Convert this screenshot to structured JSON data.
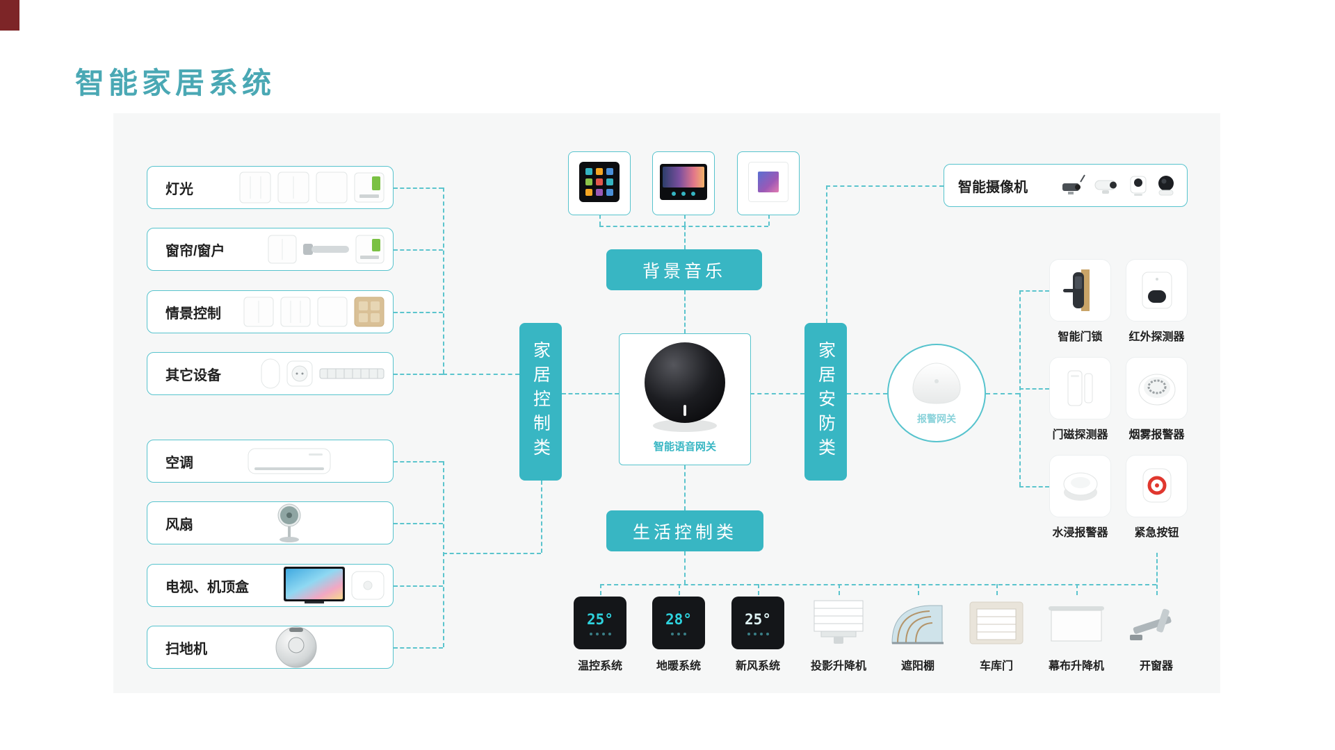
{
  "title": "智能家居系统",
  "colors": {
    "accent_fill": "#38b6c3",
    "accent_border": "#56c3cd",
    "title_text": "#4aa8b4",
    "canvas_bg": "#f6f7f7",
    "label_text": "#1f1f1f"
  },
  "left_panel": {
    "control_items": [
      {
        "label": "灯光"
      },
      {
        "label": "窗帘/窗户"
      },
      {
        "label": "情景控制"
      },
      {
        "label": "其它设备"
      }
    ],
    "life_items": [
      {
        "label": "空调"
      },
      {
        "label": "风扇"
      },
      {
        "label": "电视、机顶盒"
      },
      {
        "label": "扫地机"
      }
    ]
  },
  "center": {
    "background_music_label": "背景音乐",
    "voice_gateway_label": "智能语音网关",
    "home_control_label": "家居控制类",
    "life_control_label": "生活控制类",
    "security_label": "家居安防类",
    "alarm_gateway_label": "报警网关"
  },
  "camera_panel": {
    "label": "智能摄像机"
  },
  "security_devices": [
    {
      "label": "智能门锁"
    },
    {
      "label": "红外探测器"
    },
    {
      "label": "门磁探测器"
    },
    {
      "label": "烟雾报警器"
    },
    {
      "label": "水浸报警器"
    },
    {
      "label": "紧急按钮"
    }
  ],
  "bottom_devices": [
    {
      "label": "温控系统",
      "display": "25°"
    },
    {
      "label": "地暖系统",
      "display": "28°"
    },
    {
      "label": "新风系统",
      "display": "25°"
    },
    {
      "label": "投影升降机"
    },
    {
      "label": "遮阳棚"
    },
    {
      "label": "车库门"
    },
    {
      "label": "幕布升降机"
    },
    {
      "label": "开窗器"
    }
  ]
}
